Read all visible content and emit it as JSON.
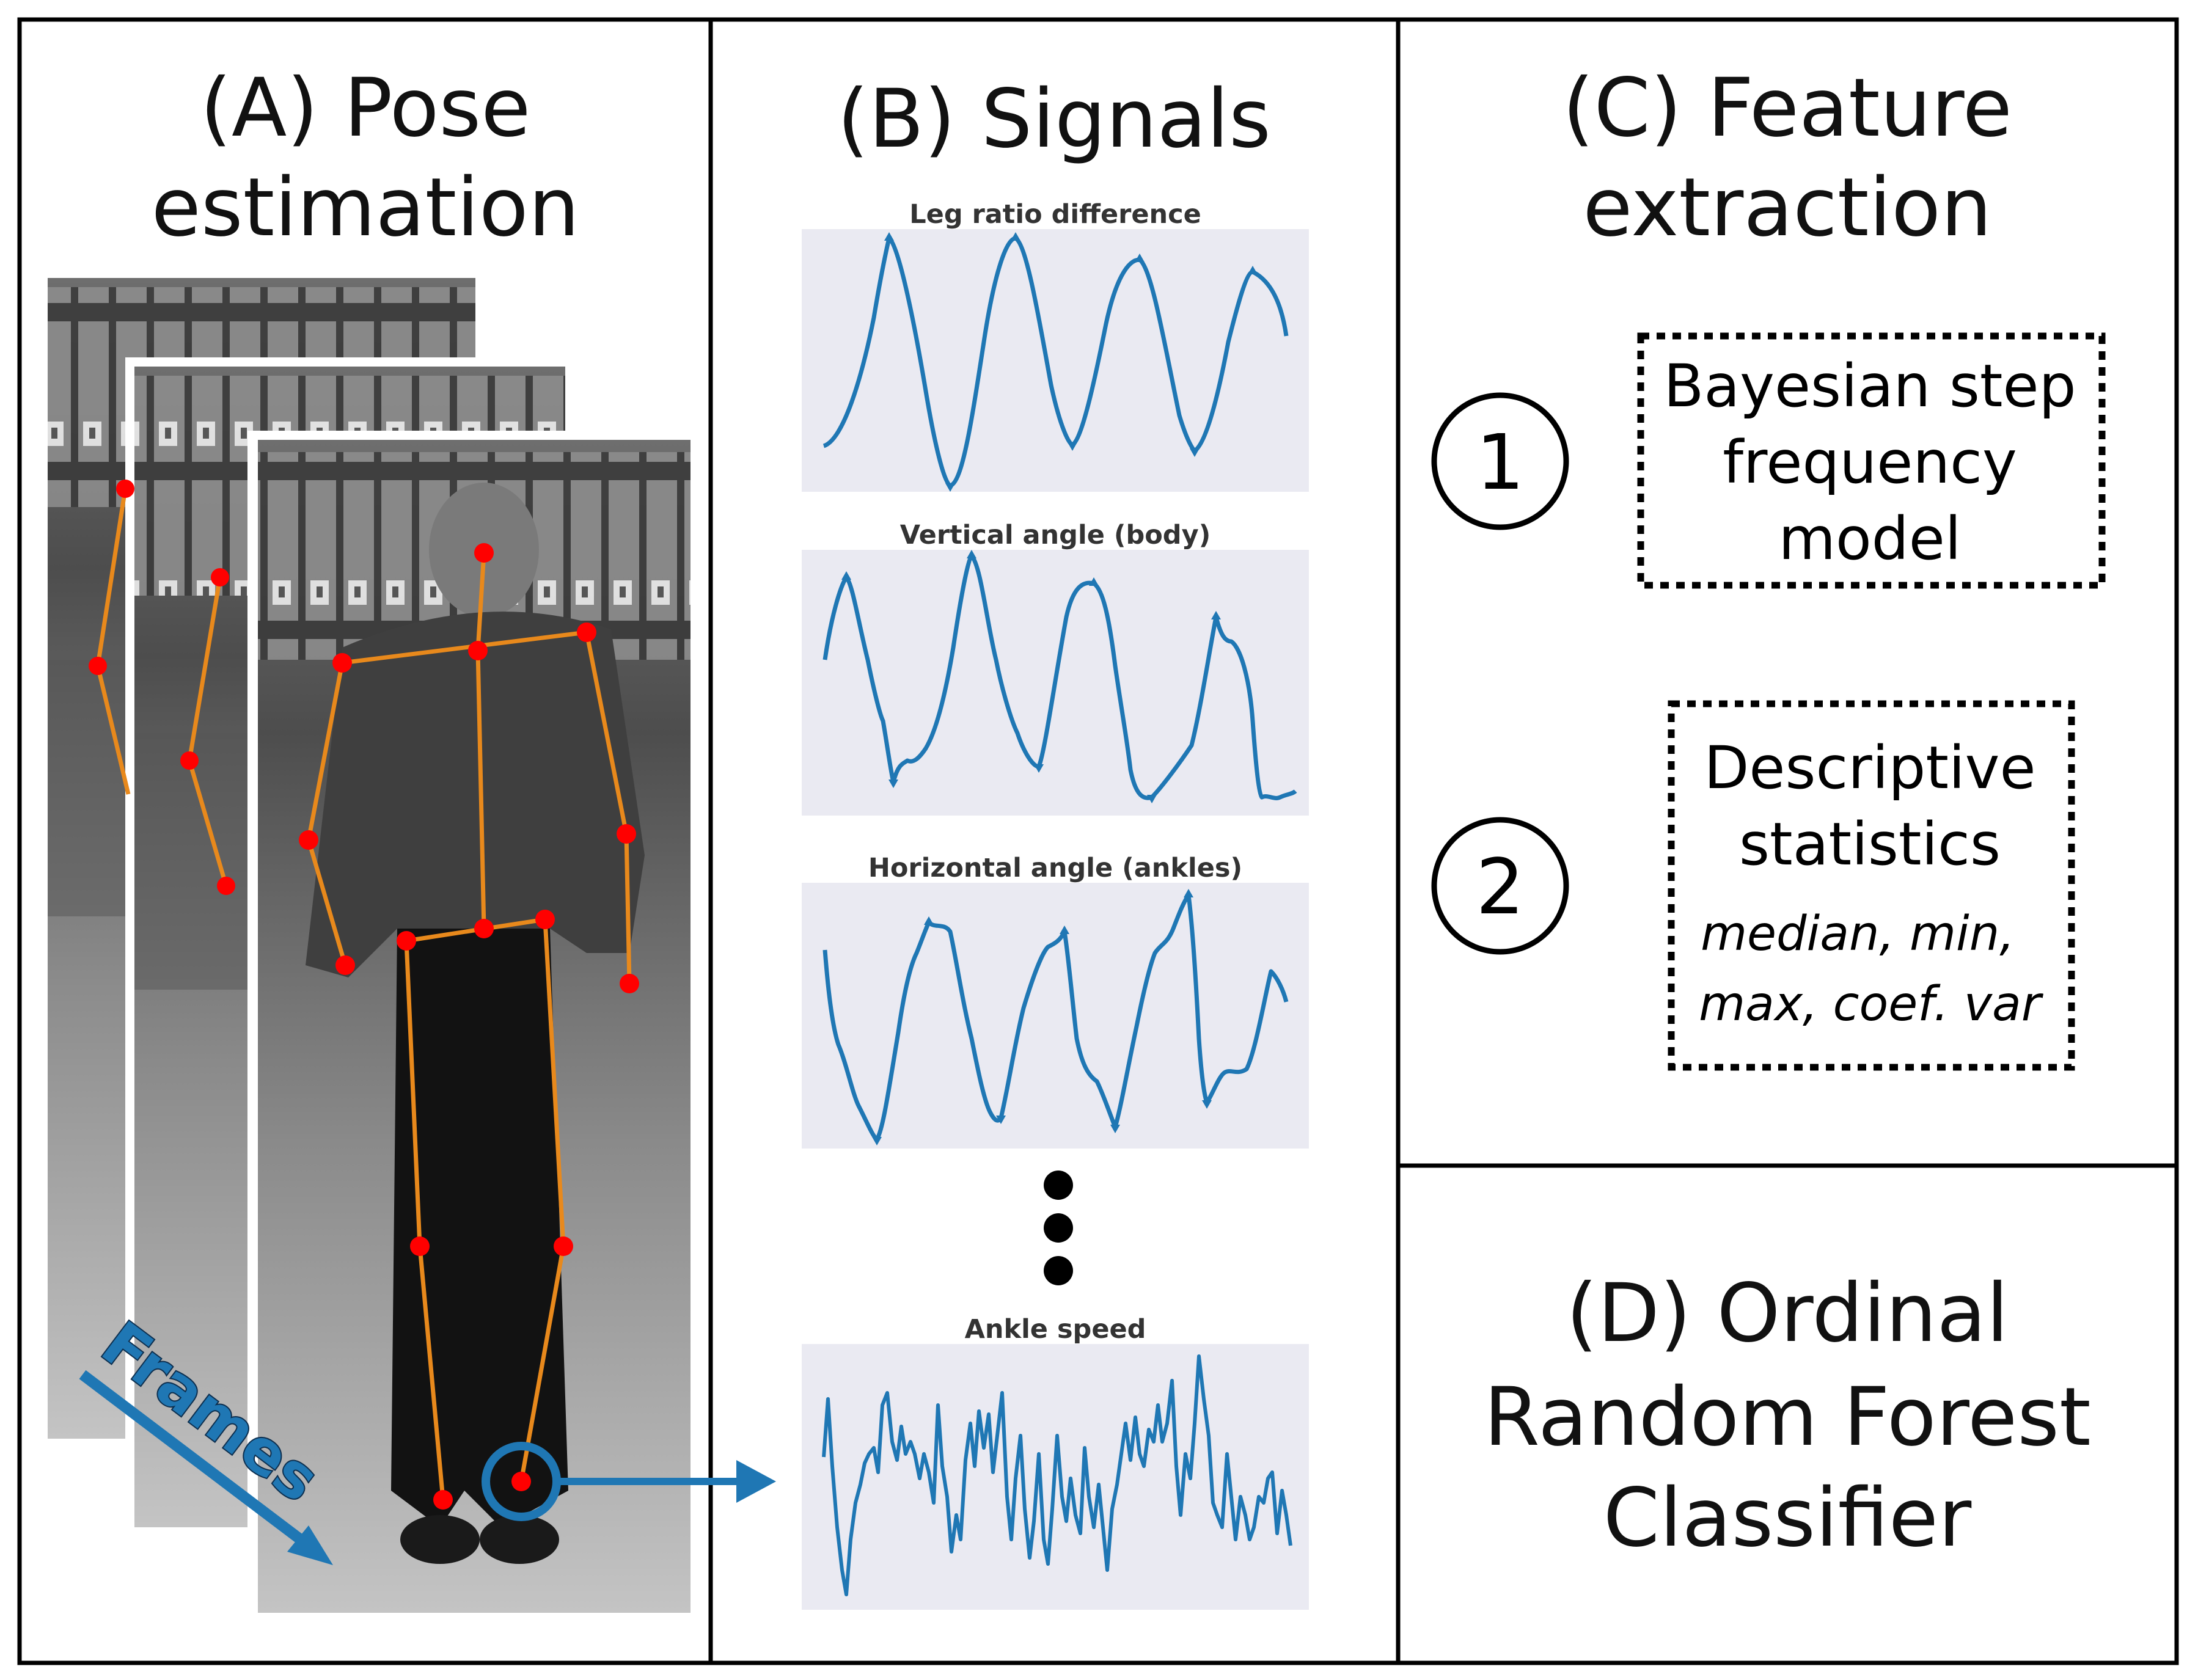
{
  "panels": {
    "a": {
      "title_line1": "(A) Pose",
      "title_line2": "estimation",
      "frames_label": "Frames"
    },
    "b": {
      "title": "(B) Signals",
      "plots": [
        {
          "title": "Leg ratio difference"
        },
        {
          "title": "Vertical angle (body)"
        },
        {
          "title": "Horizontal angle (ankles)"
        },
        {
          "title": "Ankle speed"
        }
      ]
    },
    "c": {
      "title_line1": "(C) Feature",
      "title_line2": "extraction",
      "item1": {
        "number": "1",
        "line1": "Bayesian step",
        "line2": "frequency",
        "line3": "model"
      },
      "item2": {
        "number": "2",
        "line1": "Descriptive",
        "line2": "statistics",
        "detail1": "median, min,",
        "detail2": "max, coef. var"
      }
    },
    "d": {
      "title_line1": "(D) Ordinal",
      "title_line2": "Random Forest",
      "title_line3": "Classifier"
    }
  },
  "colors": {
    "signal": "#1f77b4",
    "plot_bg": "#eaeaf2",
    "skeleton": "#e8891c",
    "joint": "#ff0000",
    "arrow": "#1f77b4"
  }
}
